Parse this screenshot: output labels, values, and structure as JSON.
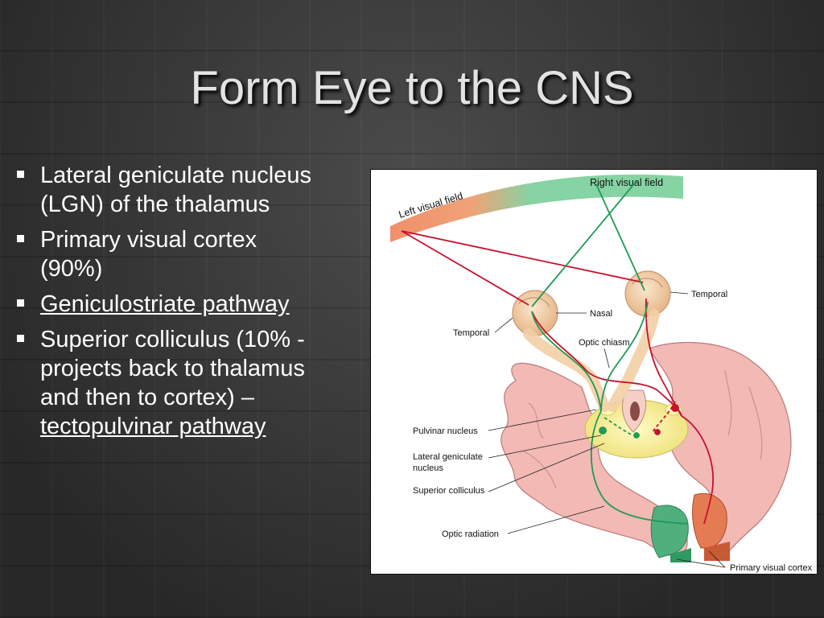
{
  "slide": {
    "title": "Form Eye to the CNS",
    "bullets": [
      {
        "lines": [
          "Lateral geniculate nucleus",
          "(LGN) of the thalamus"
        ],
        "underline": false
      },
      {
        "lines": [
          "Primary visual cortex",
          "(90%)"
        ],
        "underline": false
      },
      {
        "lines": [
          "Geniculostriate pathway"
        ],
        "underline": true
      },
      {
        "lines": [
          "Superior colliculus (10% -",
          "projects back to thalamus",
          "and then to cortex) –"
        ],
        "underline_line": "tectopulvinar pathway"
      }
    ]
  },
  "figure": {
    "labels": {
      "left_visual_field": "Left visual field",
      "right_visual_field": "Right visual field",
      "temporal_right": "Temporal",
      "nasal": "Nasal",
      "temporal_left": "Temporal",
      "optic_chiasm": "Optic chiasm",
      "pulvinar_nucleus": "Pulvinar nucleus",
      "lgn_line1": "Lateral geniculate",
      "lgn_line2": "nucleus",
      "superior_colliculus": "Superior colliculus",
      "optic_radiation": "Optic radiation",
      "primary_visual_cortex": "Primary visual cortex"
    },
    "colors": {
      "left_field": "#f0906a",
      "right_field": "#86d3a3",
      "red_path": "#c8102e",
      "green_path": "#1f9a55",
      "brain": "#f2b9b5",
      "eye": "#f3cfa6",
      "thalamus": "#f6ee9a"
    }
  }
}
